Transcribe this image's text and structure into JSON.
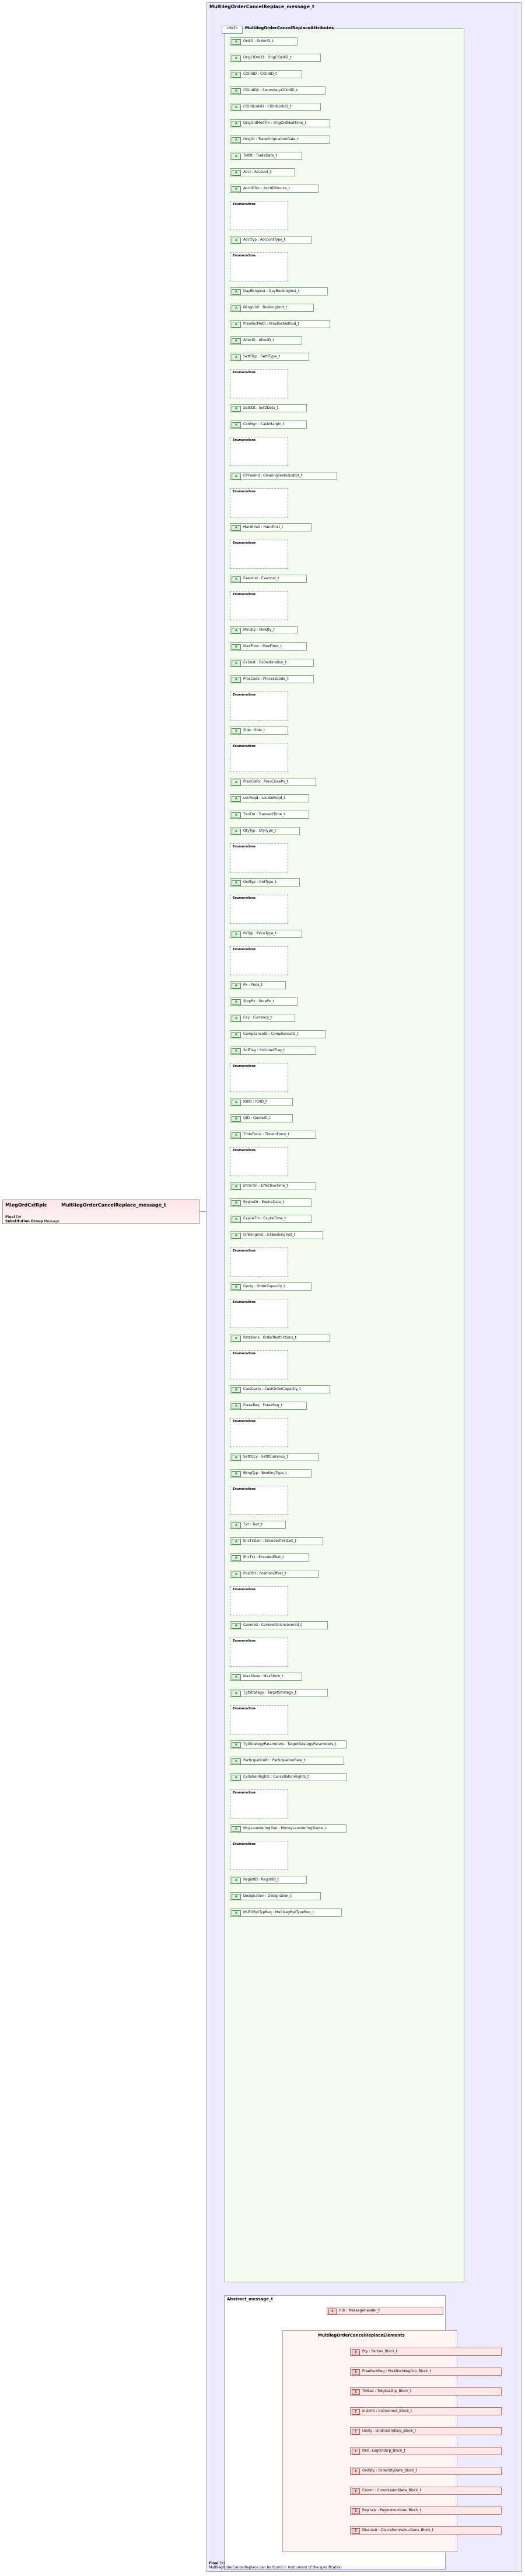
{
  "root_element": {
    "label": "MlegOrdCxlRplc",
    "type": "MultilegOrderCancelReplace_message_t",
    "final_label": "Final",
    "final_value": "DH",
    "subgroup_label": "Substitution Group",
    "subgroup_value": "Message"
  },
  "complex_type": {
    "name": "MultilegOrderCancelReplace_message_t",
    "base": "Abstract_message_t"
  },
  "attr_group": "MultilegOrderCancelReplaceAttributes",
  "attributes": [
    {
      "name": "OrdID",
      "type": "OrderID_t"
    },
    {
      "name": "OrigClOrdID",
      "type": "OrigClOrdID_t"
    },
    {
      "name": "ClOrdID",
      "type": "ClOrdID_t"
    },
    {
      "name": "ClOrdID2",
      "type": "SecondaryClOrdID_t"
    },
    {
      "name": "ClOrdLinkID",
      "type": "ClOrdLinkID_t"
    },
    {
      "name": "OrigOrdModTm",
      "type": "OrigOrdModTime_t"
    },
    {
      "name": "OrigDt",
      "type": "TradeOriginationDate_t"
    },
    {
      "name": "TrdDt",
      "type": "TradeDate_t"
    },
    {
      "name": "Acct",
      "type": "Account_t"
    },
    {
      "name": "AcctIDSrc",
      "type": "AcctIDSource_t"
    },
    {
      "name": "AcctTyp",
      "type": "AccountType_t"
    },
    {
      "name": "DayBkngInst",
      "type": "DayBookingInst_t"
    },
    {
      "name": "BkngUnit",
      "type": "BookingUnit_t"
    },
    {
      "name": "PreallocMeth",
      "type": "PreallocMethod_t"
    },
    {
      "name": "AllocID",
      "type": "AllocID_t"
    },
    {
      "name": "SettlTyp",
      "type": "SettlType_t"
    },
    {
      "name": "SettlDt",
      "type": "SettlDate_t"
    },
    {
      "name": "CshMgn",
      "type": "CashMargin_t"
    },
    {
      "name": "ClrFeeInd",
      "type": "ClearingFeeIndicator_t"
    },
    {
      "name": "HandlInst",
      "type": "HandlInst_t"
    },
    {
      "name": "ExecInst",
      "type": "ExecInst_t"
    },
    {
      "name": "MinQty",
      "type": "MinQty_t"
    },
    {
      "name": "MaxFloor",
      "type": "MaxFloor_t"
    },
    {
      "name": "ExDest",
      "type": "ExDestination_t"
    },
    {
      "name": "ProcCode",
      "type": "ProcessCode_t"
    },
    {
      "name": "Side",
      "type": "Side_t"
    },
    {
      "name": "PrevClsPx",
      "type": "PrevClosePx_t"
    },
    {
      "name": "LocReqd",
      "type": "LocateReqd_t"
    },
    {
      "name": "TxnTm",
      "type": "TransactTime_t"
    },
    {
      "name": "QtyTyp",
      "type": "QtyType_t"
    },
    {
      "name": "OrdTyp",
      "type": "OrdType_t"
    },
    {
      "name": "PxTyp",
      "type": "PriceType_t"
    },
    {
      "name": "Px",
      "type": "Price_t"
    },
    {
      "name": "StopPx",
      "type": "StopPx_t"
    },
    {
      "name": "Ccy",
      "type": "Currency_t"
    },
    {
      "name": "ComplianceID",
      "type": "ComplianceID_t"
    },
    {
      "name": "SolFlag",
      "type": "SolicitedFlag_t"
    },
    {
      "name": "IOIID",
      "type": "IOIID_t"
    },
    {
      "name": "QID",
      "type": "QuoteID_t"
    },
    {
      "name": "TmInForce",
      "type": "TimeInForce_t"
    },
    {
      "name": "EfctvTm",
      "type": "EffectiveTime_t"
    },
    {
      "name": "ExpireDt",
      "type": "ExpireDate_t"
    },
    {
      "name": "ExpireTm",
      "type": "ExpireTime_t"
    },
    {
      "name": "GTBkngInst",
      "type": "GTBookingInst_t"
    },
    {
      "name": "Cpcty",
      "type": "OrderCapacity_t"
    },
    {
      "name": "Rstctions",
      "type": "OrderRestrictions_t"
    },
    {
      "name": "CustCpcty",
      "type": "CustOrderCapacity_t"
    },
    {
      "name": "ForexReq",
      "type": "ForexReq_t"
    },
    {
      "name": "SettlCcy",
      "type": "SettlCurrency_t"
    },
    {
      "name": "BkngTyp",
      "type": "BookingType_t"
    },
    {
      "name": "Txt",
      "type": "Text_t"
    },
    {
      "name": "EncTxtLen",
      "type": "EncodedTextLen_t"
    },
    {
      "name": "EncTxt",
      "type": "EncodedText_t"
    },
    {
      "name": "PosEfct",
      "type": "PositionEffect_t"
    },
    {
      "name": "Covered",
      "type": "CoveredOrUncovered_t"
    },
    {
      "name": "MaxShow",
      "type": "MaxShow_t"
    },
    {
      "name": "TgtStrategy",
      "type": "TargetStrategy_t"
    },
    {
      "name": "TgtStrategyParameters",
      "type": "TargetStrategyParameters_t"
    },
    {
      "name": "ParticipationRt",
      "type": "ParticipationRate_t"
    },
    {
      "name": "CxllationRights",
      "type": "CancellationRights_t"
    },
    {
      "name": "MnyLaunderingStat",
      "type": "MoneyLaunderingStatus_t"
    },
    {
      "name": "RegistID",
      "type": "RegistID_t"
    },
    {
      "name": "Designation",
      "type": "Designation_t"
    },
    {
      "name": "MLEGRptTypReq",
      "type": "MultiLegRptTypeReq_t"
    }
  ],
  "enum_label": "Enumerations",
  "abstract_type": "Abstract_message_t",
  "hdr": {
    "name": "Hdr",
    "type": "MessageHeader_t",
    "occ": "[0..1]"
  },
  "elements_group": "MultilegOrderCancelReplaceElements",
  "elements": [
    {
      "occ": "0..*",
      "name": "Pty",
      "type": "Parties_Block_t"
    },
    {
      "occ": "0..*",
      "name": "PreAllocMleg",
      "type": "PreAllocMlegGrp_Block_t"
    },
    {
      "occ": "0..*",
      "name": "TrdSes",
      "type": "TrdgSesGrp_Block_t"
    },
    {
      "occ": "[0..1]",
      "name": "Instrmt",
      "type": "Instrument_Block_t"
    },
    {
      "occ": "0..*",
      "name": "Undly",
      "type": "UndInstrmtGrp_Block_t"
    },
    {
      "occ": "1..*",
      "name": "Ord",
      "type": "LegOrdGrp_Block_t"
    },
    {
      "occ": "",
      "name": "OrdQty",
      "type": "OrderQtyData_Block_t"
    },
    {
      "occ": "",
      "name": "Comm",
      "type": "CommissionData_Block_t"
    },
    {
      "occ": "",
      "name": "PegInstr",
      "type": "PegInstructions_Block_t"
    },
    {
      "occ": "",
      "name": "DiscInstr",
      "type": "DiscretionInstructions_Block_t"
    }
  ],
  "footer": {
    "final_label": "Final",
    "final_value": "DH",
    "note": "MultilegOrderCancelReplace can be found in Instrument of the specification"
  }
}
